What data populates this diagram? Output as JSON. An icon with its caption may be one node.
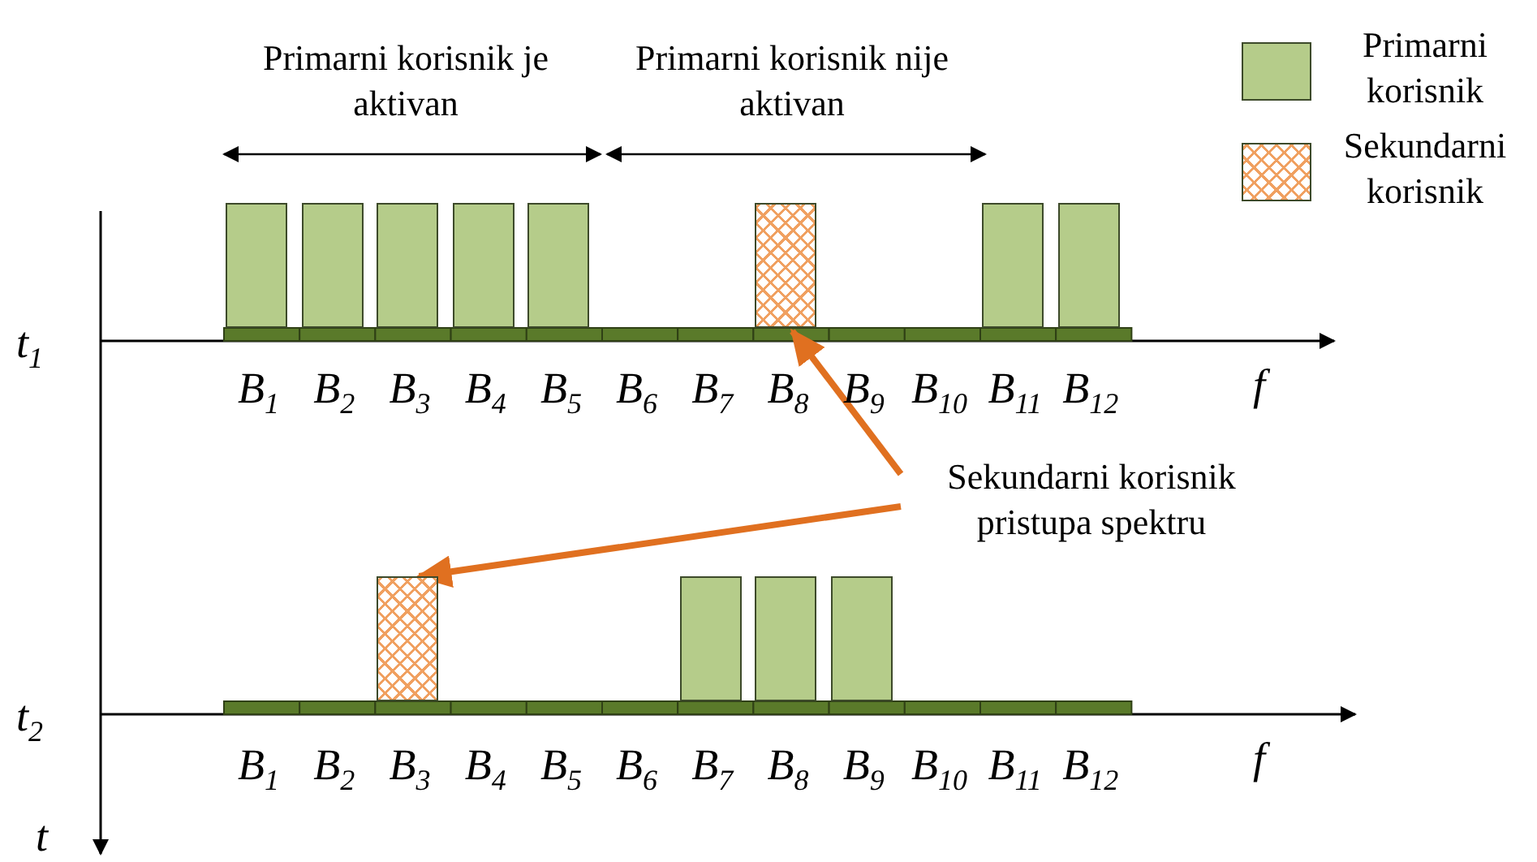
{
  "diagram": {
    "nodes": [
      {
        "text": [],
        "shape": "bar"
      },
      {
        "text": [],
        "shape": "bar"
      },
      {
        "text": [],
        "shape": "bar"
      },
      {
        "text": [],
        "shape": "bar"
      },
      {
        "text": [],
        "shape": "bar"
      },
      {
        "text": [],
        "shape": "bar"
      },
      {
        "text": [],
        "shape": "bar"
      },
      {
        "text": [],
        "shape": "bar"
      },
      {
        "text": [
          "Sekundarni korisnik pristupa spektru"
        ]
      },
      {
        "text": [],
        "shape": "bar"
      },
      {
        "text": [],
        "shape": "bar"
      },
      {
        "text": [],
        "shape": "bar"
      },
      {
        "text": [],
        "shape": "bar"
      }
    ],
    "edges": [
      {
        "from": 8,
        "to": 5,
        "arrow": "to",
        "color": "#e07020"
      },
      {
        "from": 8,
        "to": 9,
        "arrow": "to",
        "color": "#e07020"
      }
    ],
    "labels": [
      "Primarni korisnik je aktivan",
      "Primarni korisnik nije aktivan",
      "t$_{1}$",
      "B$_{1}$",
      "B$_{2}$",
      "B$_{3}$",
      "B$_{4}$",
      "B$_{5}$",
      "B$_{6}$",
      "B$_{7}$",
      "B$_{8}$",
      "B$_{9}$",
      "B$_{10}$",
      "B$_{11}$",
      "B$_{12}$",
      "f",
      "t$_{2}$",
      "B$_{1}$",
      "B$_{2}$",
      "B$_{3}$",
      "B$_{4}$",
      "B$_{5}$",
      "B$_{6}$",
      "B$_{7}$",
      "B$_{8}$",
      "B$_{9}$",
      "B$_{10}$",
      "B$_{11}$",
      "B$_{12}$",
      "f",
      "t"
    ],
    "legend": [
      {
        "text": "Primarni korisnik",
        "color": "#b5cc8a"
      },
      {
        "text": "Sekundarni korisnik"
      }
    ]
  }
}
